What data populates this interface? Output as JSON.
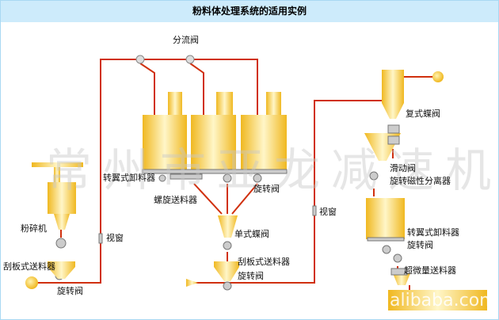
{
  "title": "粉料体处理系统的适用实例",
  "watermark": "常州市亚龙减速机厂",
  "logo_watermark": "alibaba.com",
  "labels": {
    "diverter_valve": "分流阀",
    "double_butterfly_valve": "复式蝶阀",
    "rotary_discharger_left": "转翼式卸料器",
    "screw_feeder": "螺旋送料器",
    "rotary_valve_silos": "旋转阀",
    "slide_valve": "滑动阀",
    "magnetic_separator": "旋转磁性分离器",
    "sight_glass_right": "视窗",
    "sight_glass_left": "视窗",
    "crusher": "粉碎机",
    "single_butterfly_valve": "单式蝶阀",
    "scraper_feeder_left": "刮板式送料器",
    "scraper_feeder_mid": "刮板式送料器",
    "rotary_valve_mid": "旋转阀",
    "rotary_valve_left": "旋转阀",
    "rotary_discharger_right": "转翼式卸料器",
    "rotary_valve_right": "旋转阀",
    "micro_feeder": "超微量送料器"
  },
  "colors": {
    "pipe": "#d0300e",
    "vessel": "#f5c842",
    "title_bg": "#cdebfb"
  }
}
